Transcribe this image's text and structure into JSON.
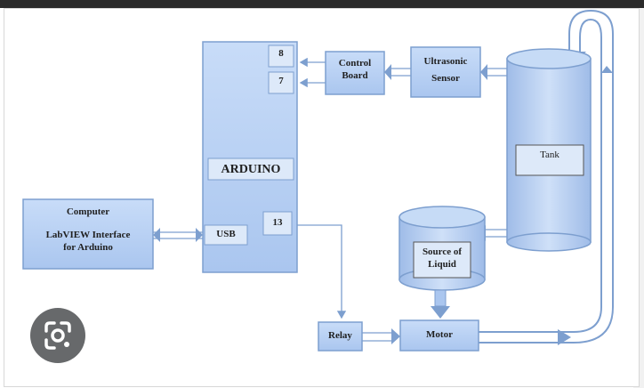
{
  "colors": {
    "block_fill": "#b9d2f5",
    "block_stroke": "#7d9fcf",
    "label_fill": "#dde9f9",
    "pipe_stroke": "#7d9fcf",
    "lens_button": "#5b5d5f"
  },
  "blocks": {
    "arduino": "ARDUINO",
    "pin_8": "8",
    "pin_7": "7",
    "pin_13": "13",
    "usb": "USB",
    "control_board": "Control\nBoard",
    "ultrasonic_sensor": "Ultrasonic\nSensor",
    "tank": "Tank",
    "computer_line1": "Computer",
    "computer_line2": "LabVIEW Interface\nfor Arduino",
    "source": "Source of\nLiquid",
    "relay": "Relay",
    "motor": "Motor"
  },
  "overlay": {
    "lens_icon": "google-lens-icon"
  }
}
